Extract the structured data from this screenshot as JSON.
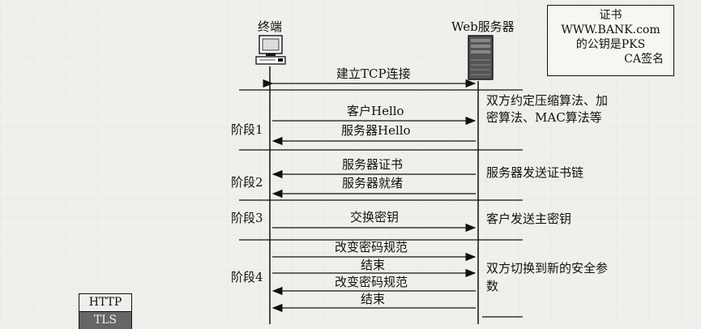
{
  "terminal_label": "终端",
  "server_label": "Web服务器",
  "cert": {
    "line1": "证书",
    "line2": "WWW.BANK.com",
    "line3": "的公钥是PKS",
    "line4": "CA签名"
  },
  "messages": {
    "tcp": "建立TCP连接",
    "client_hello": "客户Hello",
    "server_hello": "服务器Hello",
    "server_cert": "服务器证书",
    "server_ready": "服务器就绪",
    "key_exchange": "交换密钥",
    "change_cipher_1": "改变密码规范",
    "finish_1": "结束",
    "change_cipher_2": "改变密码规范",
    "finish_2": "结束"
  },
  "phases": {
    "p1": "阶段1",
    "p2": "阶段2",
    "p3": "阶段3",
    "p4": "阶段4"
  },
  "notes": {
    "n1a": "双方约定压缩算法、加",
    "n1b": "密算法、MAC算法等",
    "n2": "服务器发送证书链",
    "n3": "客户发送主密钥",
    "n4a": "双方切换到新的安全参",
    "n4b": "数"
  },
  "stack": {
    "top": "HTTP",
    "bottom": "TLS"
  }
}
